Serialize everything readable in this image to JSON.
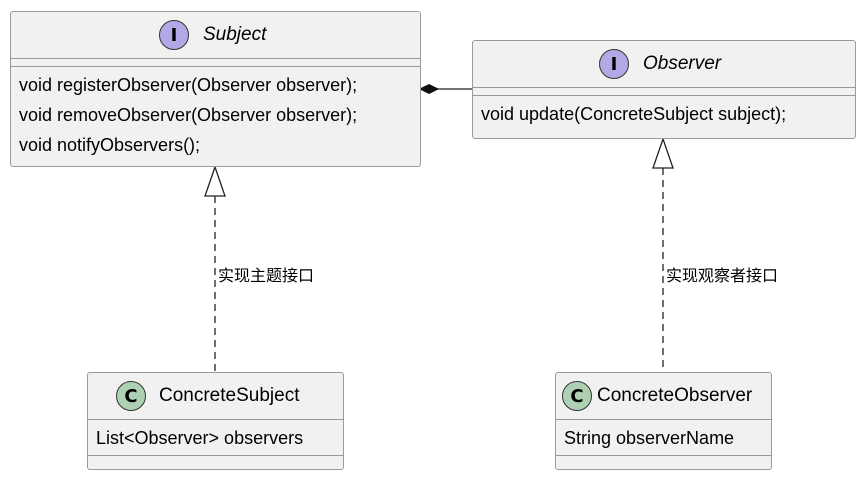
{
  "subject": {
    "stereotype": "I",
    "name": "Subject",
    "methods": [
      "void registerObserver(Observer observer);",
      "void removeObserver(Observer observer);",
      "void notifyObservers();"
    ]
  },
  "observer": {
    "stereotype": "I",
    "name": "Observer",
    "methods": [
      "void update(ConcreteSubject subject);"
    ]
  },
  "concrete_subject": {
    "stereotype": "C",
    "name": "ConcreteSubject",
    "fields": [
      "List<Observer> observers"
    ]
  },
  "concrete_observer": {
    "stereotype": "C",
    "name": "ConcreteObserver",
    "fields": [
      "String observerName"
    ]
  },
  "relations": {
    "subject_impl_label": "实现主题接口",
    "observer_impl_label": "实现观察者接口"
  },
  "colors": {
    "interface_badge": "#b4a7e5",
    "class_badge": "#add1b2",
    "box_fill": "#f1f1f1",
    "border": "#9a9a9a"
  }
}
